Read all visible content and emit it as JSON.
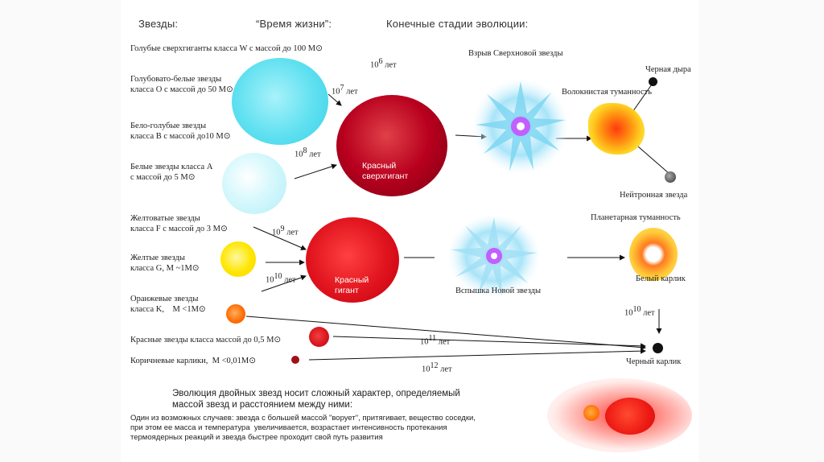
{
  "header": {
    "col1": "Звезды:",
    "col2": "“Время  жизни”:",
    "col3": "Конечные стадии эволюции:"
  },
  "classes": [
    {
      "text": "Голубые сверхгиганты класса W с массой до 100 M⊙"
    },
    {
      "text": "Голубовато-белые звезды\nкласса O с массой до 50 M⊙"
    },
    {
      "text": "Бело-голубые звезды\nкласса B с массой до10 M⊙"
    },
    {
      "text": "Белые звезды класса A\nс массой до 5 M⊙"
    },
    {
      "text": "Желтоватые звезды\nкласса F с массой до 3 M⊙"
    },
    {
      "text": "Желтые звезды\nкласса G, M ~1M⊙"
    },
    {
      "text": "Оранжевые звезды\nкласса K,    M <1M⊙"
    },
    {
      "text": "Красные звезды класса массой до 0,5 M⊙"
    },
    {
      "text": "Коричневые карлики,  M <0,01M⊙"
    }
  ],
  "lifetimes": {
    "t6": {
      "base": "10",
      "exp": "6",
      "unit": " лет"
    },
    "t7": {
      "base": "10",
      "exp": "7",
      "unit": " лет"
    },
    "t8": {
      "base": "10",
      "exp": "8",
      "unit": " лет"
    },
    "t9": {
      "base": "10",
      "exp": "9",
      "unit": " лет"
    },
    "t10a": {
      "base": "10",
      "exp": "10",
      "unit": " лет"
    },
    "t10b": {
      "base": "10",
      "exp": "10",
      "unit": " лет"
    },
    "t11": {
      "base": "10",
      "exp": "11",
      "unit": " лет"
    },
    "t12": {
      "base": "10",
      "exp": "12",
      "unit": " лет"
    }
  },
  "stages": {
    "supergiant": "Красный\nсверхгигант",
    "giant": "Красный\nгигант",
    "supernova": "Взрыв Сверхновой звезды",
    "nova": "Вспышка Новой звезды",
    "black_hole": "Черная дыра",
    "nebula_fibrous": "Волокнистая туманность",
    "neutron_star": "Нейтронная звезда",
    "planetary_nebula": "Планетарная туманность",
    "white_dwarf": "Белый карлик",
    "black_dwarf": "Черный карлик"
  },
  "binary": {
    "title": "Эволюция двойных звезд носит сложный характер, определяемый\nмассой звезд и расстоянием между ними:",
    "body": "Один из возможных случаев: звезда с большей массой \"ворует\", притягивает, вещество соседки,\nпри этом ее масса и температура  увеличивается, возрастает интенсивность протекания\nтермоядерных реакций и звезда быстрее проходит свой путь развития"
  },
  "colors": {
    "blue_star": "#5fe0f0",
    "white_star": "#c8f6fb",
    "yellow_star": "#ffe600",
    "orange_star": "#ff6a00",
    "red_star": "#d8141e",
    "supergiant": "#a8001c",
    "giant": "#dd1822"
  }
}
